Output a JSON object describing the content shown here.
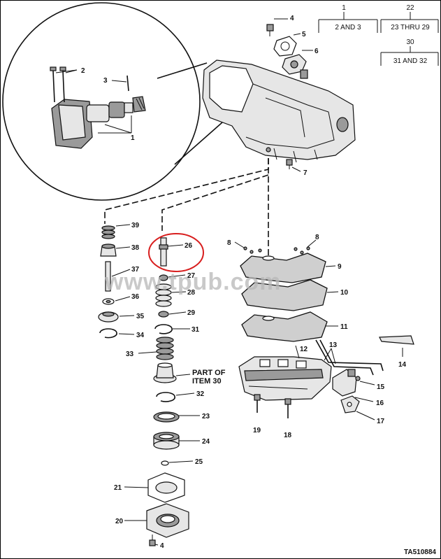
{
  "callouts": {
    "c1": "1",
    "c2": "2",
    "c3": "3",
    "c4a": "4",
    "c4b": "4",
    "c5": "5",
    "c6": "6",
    "c7": "7",
    "c8a": "8",
    "c8b": "8",
    "c9": "9",
    "c10": "10",
    "c11": "11",
    "c12": "12",
    "c13": "13",
    "c14": "14",
    "c15": "15",
    "c16": "16",
    "c17": "17",
    "c18": "18",
    "c19": "19",
    "c20": "20",
    "c21": "21",
    "c23": "23",
    "c24": "24",
    "c25": "25",
    "c26": "26",
    "c27": "27",
    "c28": "28",
    "c29": "29",
    "c31": "31",
    "c32": "32",
    "c33": "33",
    "c34": "34",
    "c35": "35",
    "c36": "36",
    "c37": "37",
    "c38": "38",
    "c39": "39"
  },
  "part_of_line1": "PART OF",
  "part_of_line2": "ITEM 30",
  "tree": {
    "n1": "1",
    "n1_children": "2 AND 3",
    "n22": "22",
    "n22_children": "23 THRU 29",
    "n30": "30",
    "n30_children": "31 AND 32"
  },
  "figure_id": "TA510884",
  "watermark": "www.tpub.com",
  "highlight_color": "#d81e1e"
}
